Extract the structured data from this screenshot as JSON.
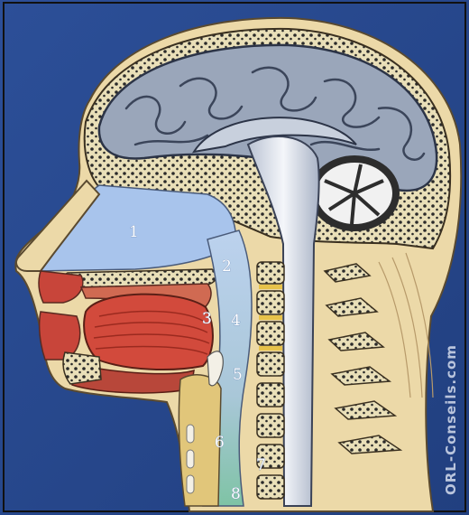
{
  "figure": {
    "labels": [
      "1",
      "2",
      "3",
      "4",
      "5",
      "6",
      "7",
      "8"
    ],
    "watermark": "ORL-Conseils.com"
  },
  "colors": {
    "background": "#2a4c92",
    "skin": "#ecd9a8",
    "bone": "#e9dfb8",
    "brain": "#9aa6ba",
    "nasal": "#a8c4ec",
    "pharynx": "#b8cce6",
    "muscle": "#c8453a",
    "spinal_cord": "#dfe5ef"
  }
}
